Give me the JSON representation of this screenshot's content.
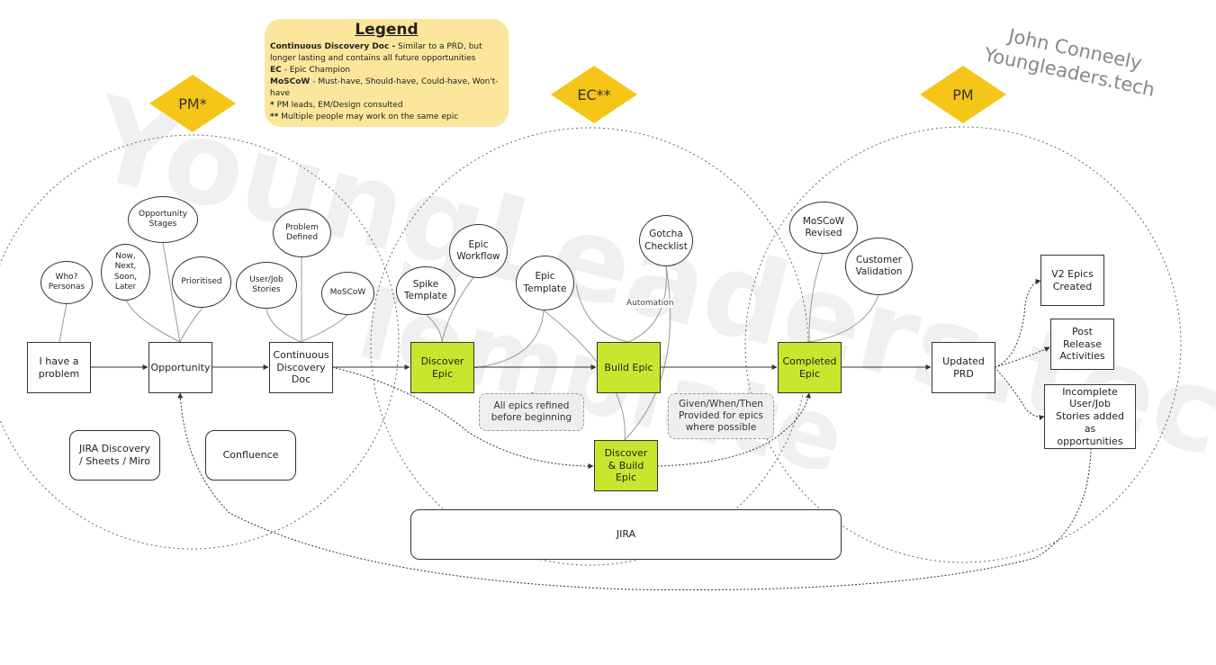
{
  "legend": {
    "title": "Legend",
    "rows": [
      {
        "term": "Continuous Discovery Doc -",
        "desc": " Similar to a PRD, but longer lasting and contains all future opportunities"
      },
      {
        "term": "EC",
        "desc": " - Epic Champion"
      },
      {
        "term": "MoSCoW",
        "desc": " - Must-have, Should-have, Could-have, Won't-have"
      },
      {
        "term": "*",
        "desc": " PM leads, EM/Design consulted"
      },
      {
        "term": "**",
        "desc": " Multiple people may work on the same epic"
      }
    ]
  },
  "roles": {
    "pm_star": "PM*",
    "ec": "EC**",
    "pm": "PM"
  },
  "author": {
    "line1": "John Conneely",
    "line2": "Youngleaders.tech"
  },
  "watermark": {
    "line1": "YoungLeaders.tech",
    "line2": "Template"
  },
  "nodes": {
    "have_problem": "I have a problem",
    "opportunity": "Opportunity",
    "cdd": "Continuous Discovery Doc",
    "discover_epic": "Discover Epic",
    "build_epic": "Build Epic",
    "completed_epic": "Completed Epic",
    "discover_build": "Discover & Build Epic",
    "updated_prd": "Updated PRD",
    "v2_epics": "V2 Epics Created",
    "post_release": "Post Release Activities",
    "incomplete": "Incomplete User/Job Stories added as opportunities"
  },
  "ovals": {
    "who": "Who? Personas",
    "now_next": "Now, Next, Soon, Later",
    "opp_stages": "Opportunity Stages",
    "prioritised": "Prioritised",
    "user_job": "User/Job Stories",
    "problem_defined": "Problem Defined",
    "moscow": "MoSCoW",
    "spike": "Spike Template",
    "epic_workflow": "Epic Workflow",
    "epic_template": "Epic Template",
    "gotcha": "Gotcha Checklist",
    "moscow_revised": "MoSCoW Revised",
    "customer_validation": "Customer Validation"
  },
  "notes": {
    "refined": "All epics refined before beginning",
    "gwt": "Given/When/Then Provided for epics where possible"
  },
  "labels": {
    "automation": "Automation"
  },
  "tools": {
    "jira_discovery": "JIRA Discovery / Sheets / Miro",
    "confluence": "Confluence",
    "jira": "JIRA"
  },
  "colors": {
    "highlight": "#c8e62d",
    "diamond": "#f5c518",
    "legend_bg": "#fbe69c"
  }
}
